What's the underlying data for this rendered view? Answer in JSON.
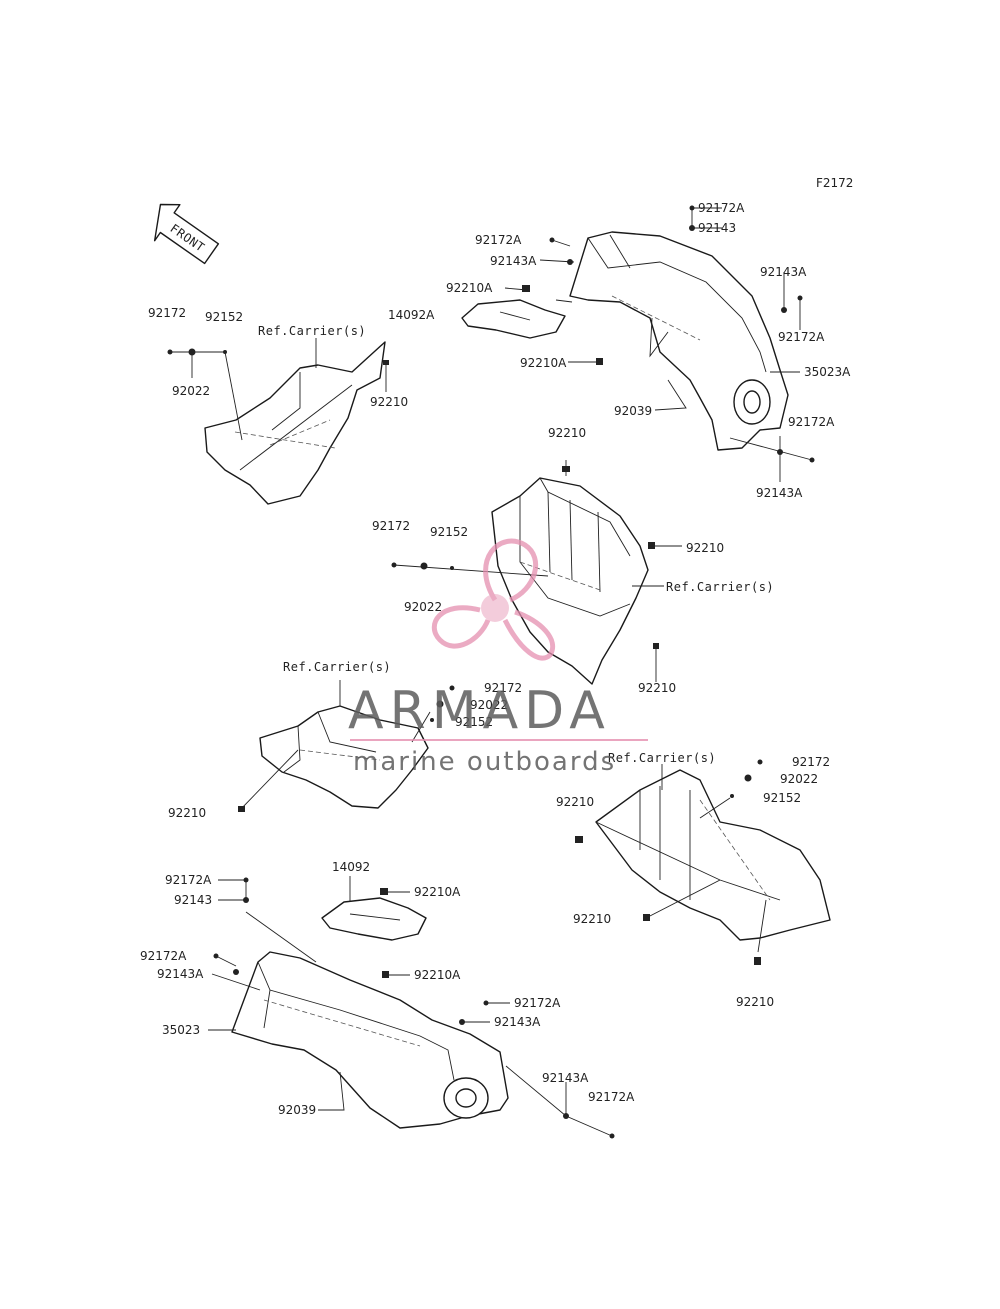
{
  "figure_code": "F2172",
  "front_label": "FRONT",
  "watermark": {
    "brand": "ARMADA",
    "tagline": "marine outboards",
    "accent_color": "#e58fb0",
    "text_color": "#5c5c5c"
  },
  "callouts": {
    "g1_92172": "92172",
    "g1_92152": "92152",
    "g1_ref": "Ref.Carrier(s)",
    "g1_92022": "92022",
    "g1_92210": "92210",
    "g2_92172A_a": "92172A",
    "g2_92143_a": "92143",
    "g2_92172A_b": "92172A",
    "g2_92143A_b": "92143A",
    "g2_92210A_a": "92210A",
    "g2_14092A": "14092A",
    "g2_92210A_b": "92210A",
    "g2_92143A_c": "92143A",
    "g2_92172A_c": "92172A",
    "g2_35023A": "35023A",
    "g2_92039": "92039",
    "g2_92172A_d": "92172A",
    "g2_92143A_d": "92143A",
    "g3_92210_top": "92210",
    "g3_92172": "92172",
    "g3_92152": "92152",
    "g3_92210_right": "92210",
    "g3_ref": "Ref.Carrier(s)",
    "g3_92022": "92022",
    "g3_92210_bottom": "92210",
    "g4_ref": "Ref.Carrier(s)",
    "g4_92172": "92172",
    "g4_92022": "92022",
    "g4_92152": "92152",
    "g4_92210": "92210",
    "g5_ref": "Ref.Carrier(s)",
    "g5_92172": "92172",
    "g5_92022": "92022",
    "g5_92152": "92152",
    "g5_92210_a": "92210",
    "g5_92210_b": "92210",
    "g5_92210_c": "92210",
    "g6_92172A_a": "92172A",
    "g6_92143": "92143",
    "g6_14092": "14092",
    "g6_92210A_a": "92210A",
    "g6_92172A_b": "92172A",
    "g6_92143A_b": "92143A",
    "g6_92210A_b": "92210A",
    "g6_92172A_c": "92172A",
    "g6_92143A_c": "92143A",
    "g6_35023": "35023",
    "g6_92143A_d": "92143A",
    "g6_92172A_d": "92172A",
    "g6_92039": "92039"
  }
}
